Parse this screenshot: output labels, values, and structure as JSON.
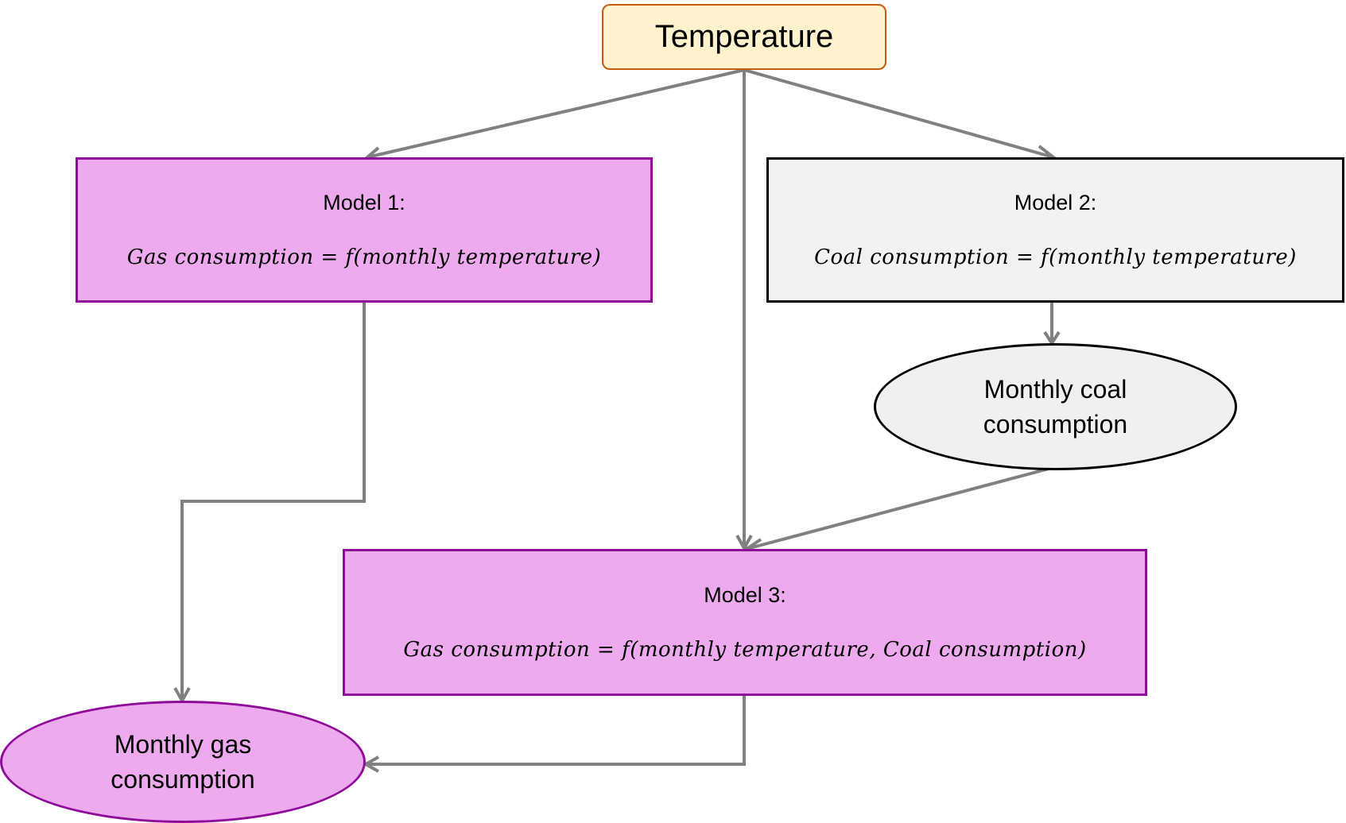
{
  "nodes": {
    "temperature": {
      "label": "Temperature"
    },
    "model1": {
      "title": "Model 1:",
      "formula": "Gas consumption = f(monthly temperature)"
    },
    "model2": {
      "title": "Model 2:",
      "formula": "Coal consumption = f(monthly temperature)"
    },
    "coal": {
      "label": "Monthly coal\nconsumption"
    },
    "model3": {
      "title": "Model 3:",
      "formula": "Gas consumption = f(monthly temperature, Coal consumption)"
    },
    "gas": {
      "label": "Monthly gas\nconsumption"
    }
  },
  "edges": [
    {
      "from": "Temperature",
      "to": "Model 1:"
    },
    {
      "from": "Temperature",
      "to": "Model 2:"
    },
    {
      "from": "Temperature",
      "to": "Model 3:"
    },
    {
      "from": "Model 2:",
      "to": "Monthly coal consumption"
    },
    {
      "from": "Monthly coal consumption",
      "to": "Model 3:"
    },
    {
      "from": "Model 1:",
      "to": "Monthly gas consumption"
    },
    {
      "from": "Model 3:",
      "to": "Monthly gas consumption"
    }
  ],
  "colors": {
    "arrow": "#808080",
    "pink_fill": "#eeaaee",
    "pink_border": "#8f0c9a",
    "temp_fill": "#fff2cc",
    "temp_border": "#c55a11",
    "grey_fill": "#f2f2f2"
  }
}
